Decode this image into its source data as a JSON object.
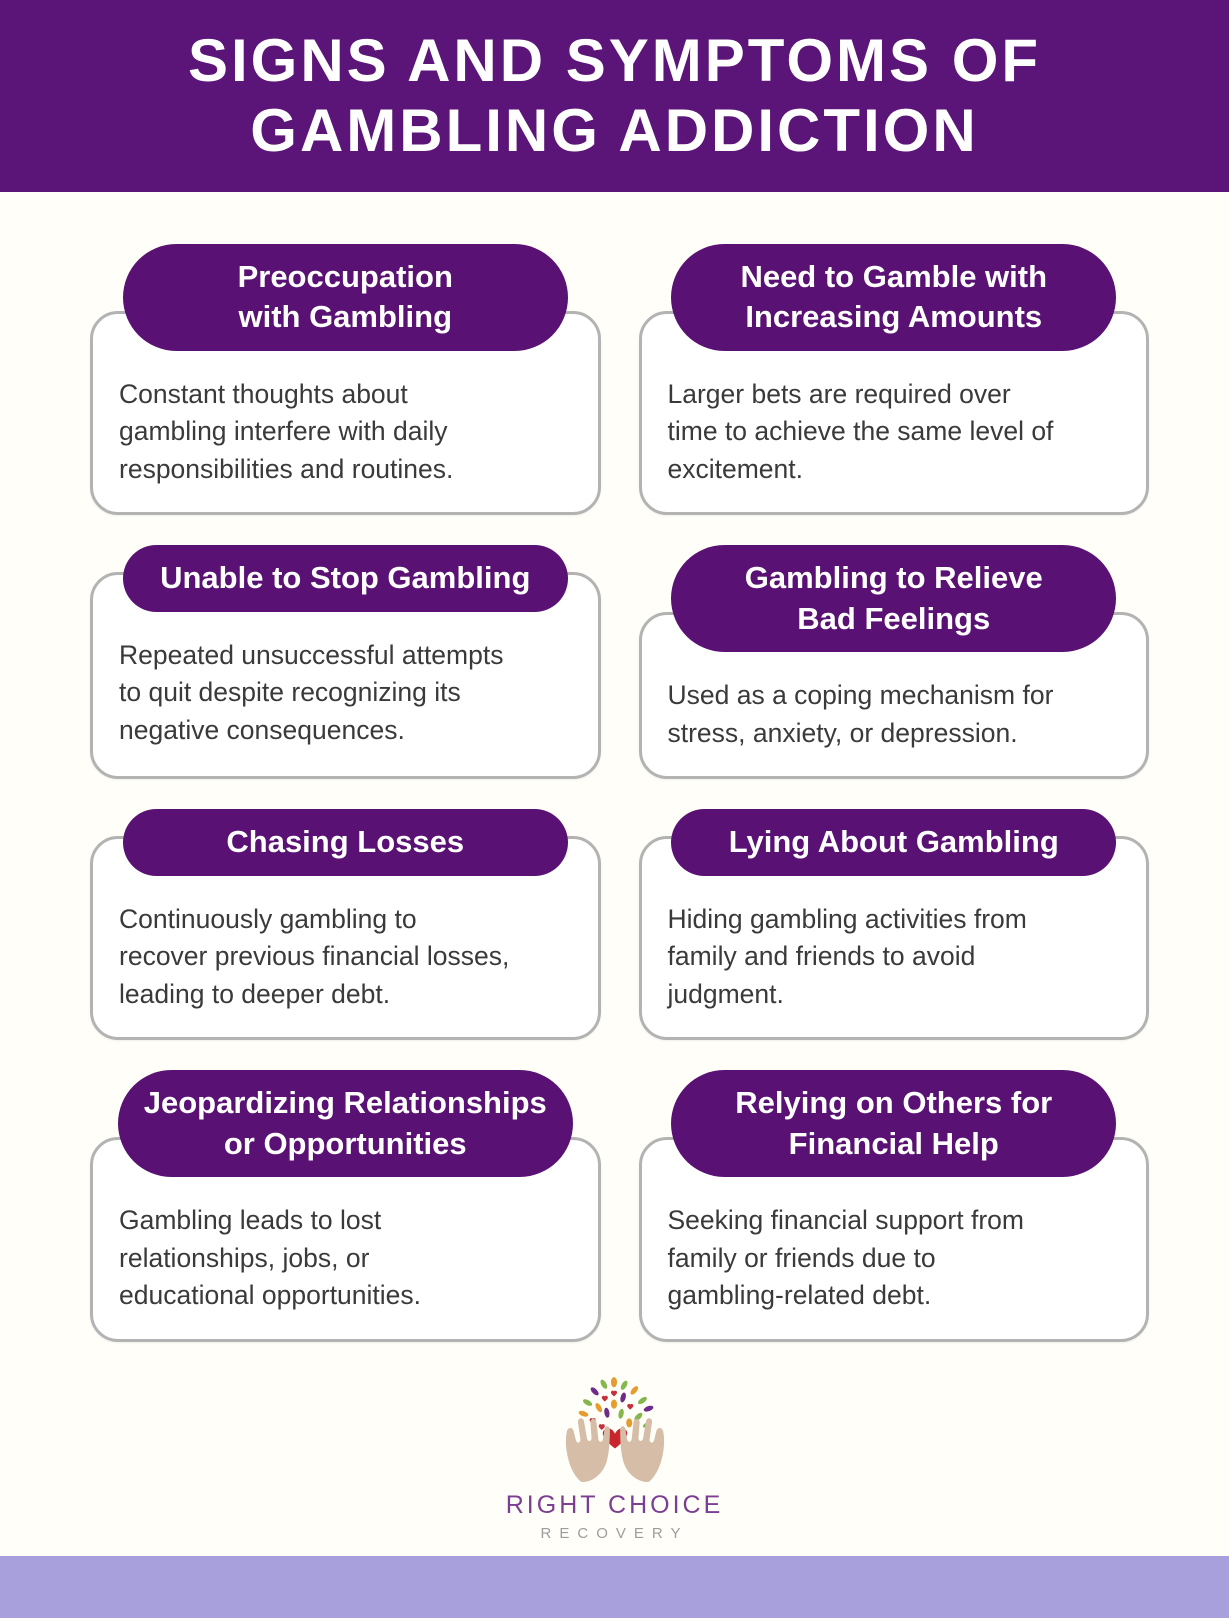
{
  "header": {
    "title_lines": [
      "SIGNS AND SYMPTOMS OF",
      "GAMBLING ADDICTION"
    ]
  },
  "cards": [
    {
      "title_lines": [
        "Preoccupation",
        "with Gambling"
      ],
      "body_lines": [
        "Constant thoughts about",
        "gambling interfere with daily",
        "responsibilities and routines."
      ]
    },
    {
      "title_lines": [
        "Need to Gamble with",
        "Increasing Amounts"
      ],
      "body_lines": [
        "Larger bets are required over",
        "time to achieve the same level of",
        "excitement."
      ]
    },
    {
      "title_lines": [
        "Unable to Stop Gambling"
      ],
      "body_lines": [
        "Repeated unsuccessful attempts",
        "to quit despite recognizing its",
        "negative consequences."
      ]
    },
    {
      "title_lines": [
        "Gambling to Relieve",
        "Bad Feelings"
      ],
      "body_lines": [
        "Used as a coping mechanism for",
        "stress, anxiety, or depression."
      ]
    },
    {
      "title_lines": [
        "Chasing Losses"
      ],
      "body_lines": [
        "Continuously gambling to",
        "recover previous financial losses,",
        "leading to deeper debt."
      ]
    },
    {
      "title_lines": [
        "Lying About Gambling"
      ],
      "body_lines": [
        "Hiding gambling activities from",
        "family and friends to avoid",
        "judgment."
      ]
    },
    {
      "title_lines": [
        "Jeopardizing Relationships",
        "or Opportunities"
      ],
      "body_lines": [
        "Gambling leads to lost",
        "relationships, jobs, or",
        "educational opportunities."
      ]
    },
    {
      "title_lines": [
        "Relying on Others for",
        "Financial Help"
      ],
      "body_lines": [
        "Seeking financial support from",
        "family or friends due to",
        "gambling-related debt."
      ]
    }
  ],
  "footer": {
    "logo_icon": "hands-heart-tree-icon",
    "brand_name": "RIGHT CHOICE",
    "brand_subtitle": "RECOVERY"
  },
  "colors": {
    "header_purple": "#5b1477",
    "pill_purple": "#591173",
    "background": "#fffef8",
    "card_border": "#b3b3b3",
    "body_text": "#3a3a3a",
    "footer_lavender": "#a7a0dc",
    "brand_purple": "#7c3e92",
    "brand_gray": "#9d9d9d",
    "logo_hand": "#d5bda7",
    "logo_heart": "#c9252d",
    "logo_green": "#85b74d",
    "logo_orange": "#e69d2f",
    "logo_violet": "#6f2b8a"
  }
}
